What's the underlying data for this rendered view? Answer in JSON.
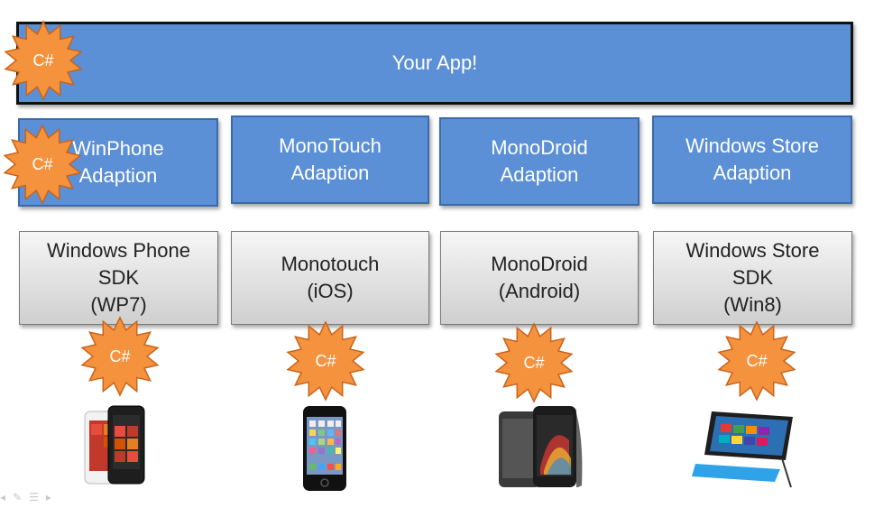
{
  "app_label": "Your App!",
  "badge_label": "C#",
  "columns": [
    {
      "adaption": [
        "WinPhone",
        "Adaption"
      ],
      "sdk": [
        "Windows Phone",
        "SDK",
        "(WP7)"
      ],
      "device_icon": "windows-phone-icon"
    },
    {
      "adaption": [
        "MonoTouch",
        "Adaption"
      ],
      "sdk": [
        "Monotouch",
        "(iOS)"
      ],
      "device_icon": "iphone-icon"
    },
    {
      "adaption": [
        "MonoDroid",
        "Adaption"
      ],
      "sdk": [
        "MonoDroid",
        "(Android)"
      ],
      "device_icon": "android-phone-icon"
    },
    {
      "adaption": [
        "Windows Store",
        "Adaption"
      ],
      "sdk": [
        "Windows Store",
        "SDK",
        "(Win8)"
      ],
      "device_icon": "surface-tablet-icon"
    }
  ],
  "colors": {
    "box_blue": "#5b8fd6",
    "badge_orange": "#f5923e",
    "badge_stroke": "#c9631a"
  }
}
